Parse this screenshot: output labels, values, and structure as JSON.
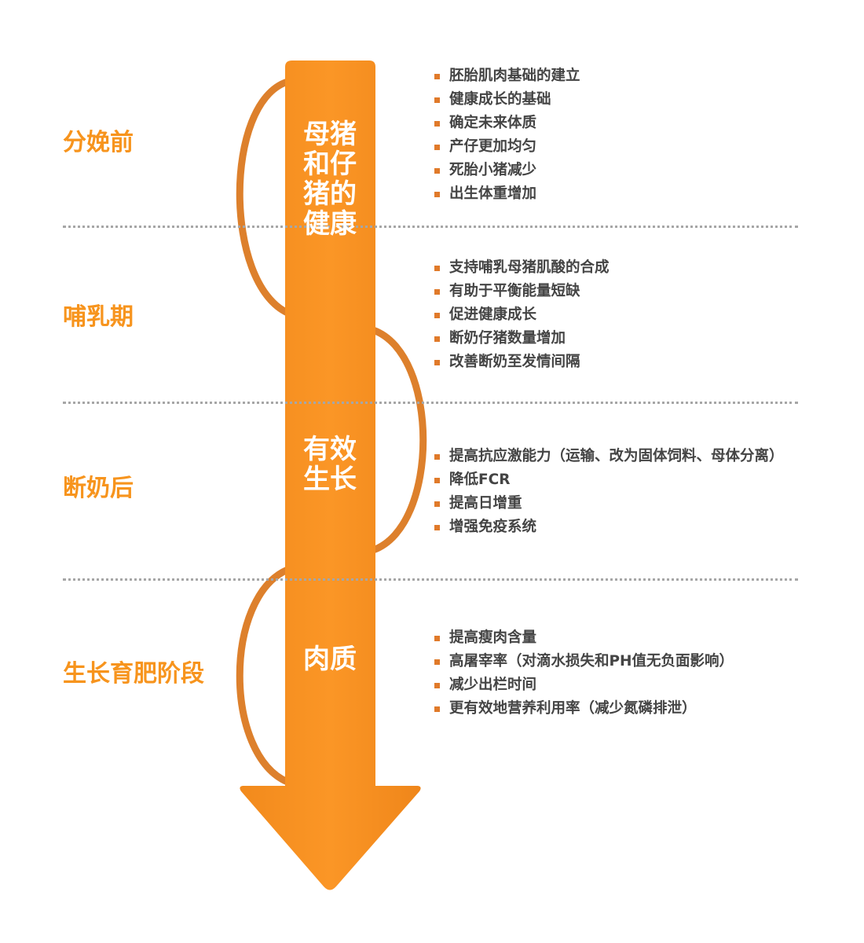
{
  "colors": {
    "accent": "#f7941d",
    "loop": "#dd802c",
    "text": "#444444",
    "divider": "#a6a6a6"
  },
  "stages": [
    {
      "label": "分娩前",
      "items": [
        "胚胎肌肉基础的建立",
        "健康成长的基础",
        "确定未来体质",
        "产仔更加均匀",
        "死胎小猪减少",
        "出生体重增加"
      ]
    },
    {
      "label": "哺乳期",
      "items": [
        "支持哺乳母猪肌酸的合成",
        "有助于平衡能量短缺",
        "促进健康成长",
        "断奶仔猪数量增加",
        "改善断奶至发情间隔"
      ]
    },
    {
      "label": "断奶后",
      "items": [
        "提高抗应激能力（运输、改为固体饲料、母体分离）",
        "降低FCR",
        "提高日增重",
        "增强免疫系统"
      ]
    },
    {
      "label": "生长育肥阶段",
      "items": [
        "提高瘦肉含量",
        "高屠宰率（对滴水损失和PH值无负面影响）",
        "减少出栏时间",
        "更有效地营养利用率（减少氮磷排泄）"
      ]
    }
  ],
  "arrow_texts": [
    "母猪和仔猪的健康",
    "有效生长",
    "肉质"
  ]
}
